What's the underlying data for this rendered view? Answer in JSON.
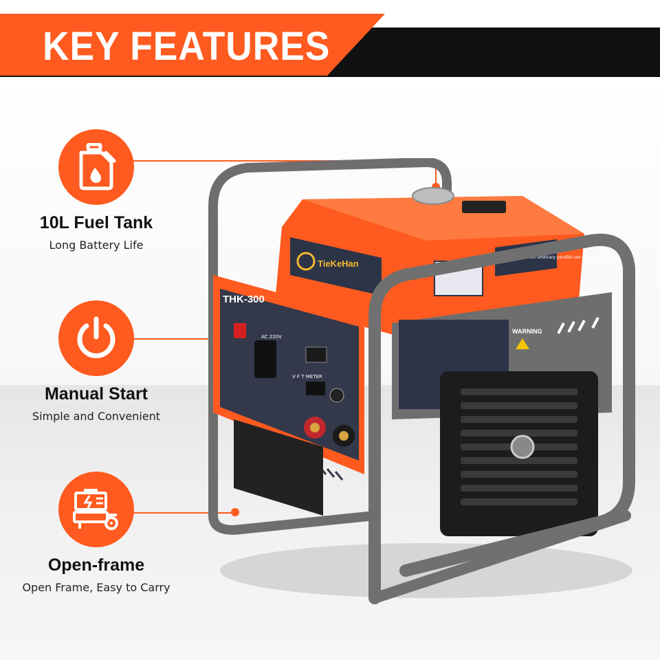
{
  "banner": {
    "title": "KEY FEATURES"
  },
  "features": [
    {
      "icon": "fuel-tank-icon",
      "title": "10L Fuel Tank",
      "subtitle": "Long Battery Life"
    },
    {
      "icon": "power-icon",
      "title": "Manual Start",
      "subtitle": "Simple and Convenient"
    },
    {
      "icon": "generator-icon",
      "title": "Open-frame",
      "subtitle": "Open Frame, Easy to Carry"
    }
  ],
  "product": {
    "brand": "TieKeHan",
    "model": "THK-300",
    "warning_label": "WARNING",
    "sine_note": "Can be more than arbitrary parallel use of pure sine wave output",
    "meter_label": "V F T METER",
    "ac_label": "AC 220V"
  },
  "colors": {
    "accent": "#ff5a1f",
    "dark": "#111111",
    "frame": "#707070"
  }
}
